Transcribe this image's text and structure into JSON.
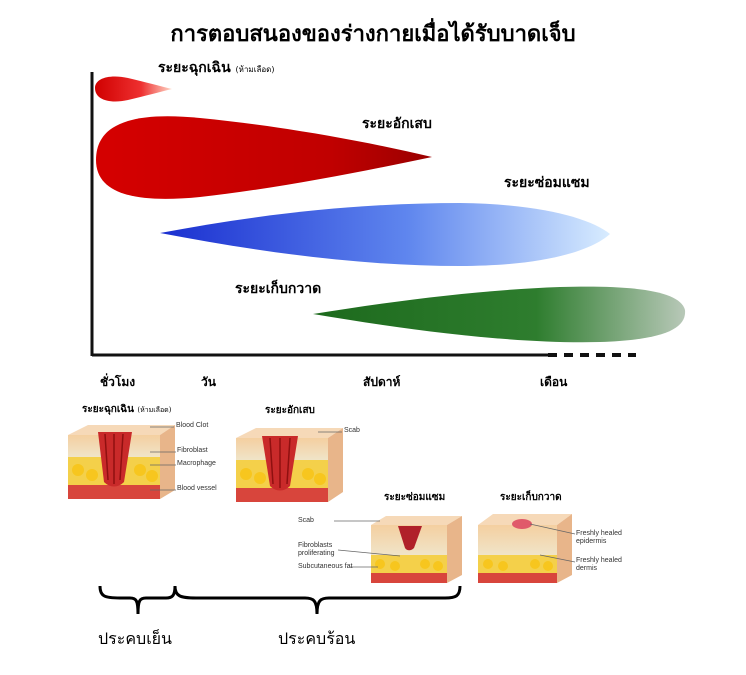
{
  "title": "การตอบสนองของร่างกายเมื่อได้รับบาดเจ็บ",
  "phases": [
    {
      "label": "ระยะฉุกเฉิน",
      "note": "(ห้ามเลือด)",
      "color": "#d90000"
    },
    {
      "label": "ระยะอักเสบ",
      "color": "#c80000"
    },
    {
      "label": "ระยะซ่อมแซม",
      "color": "#2a3fd6"
    },
    {
      "label": "ระยะเก็บกวาด",
      "color": "#1f6b1f"
    }
  ],
  "time_axis": [
    "ชั่วโมง",
    "วัน",
    "สัปดาห์",
    "เดือน"
  ],
  "stages": {
    "emergency": {
      "label": "ระยะฉุกเฉิน",
      "note": "(ห้ามเลือด)"
    },
    "inflammation": {
      "label": "ระยะอักเสบ"
    },
    "repair": {
      "label": "ระยะซ่อมแซม"
    },
    "cleanup": {
      "label": "ระยะเก็บกวาด"
    }
  },
  "annotations": {
    "blood_clot": "Blood Clot",
    "fibroblast": "Fibroblast",
    "macrophage": "Macrophage",
    "blood_vessel": "Blood vessel",
    "scab1": "Scab",
    "scab2": "Scab",
    "fibroblasts_proliferating_1": "Fibroblasts",
    "fibroblasts_proliferating_2": "proliferating",
    "subcutaneous_fat": "Subcutaneous fat",
    "healed_epidermis_1": "Freshly healed",
    "healed_epidermis_2": "epidermis",
    "healed_dermis_1": "Freshly healed",
    "healed_dermis_2": "dermis"
  },
  "brackets": {
    "cold": "ประคบเย็น",
    "hot": "ประคบร้อน"
  }
}
